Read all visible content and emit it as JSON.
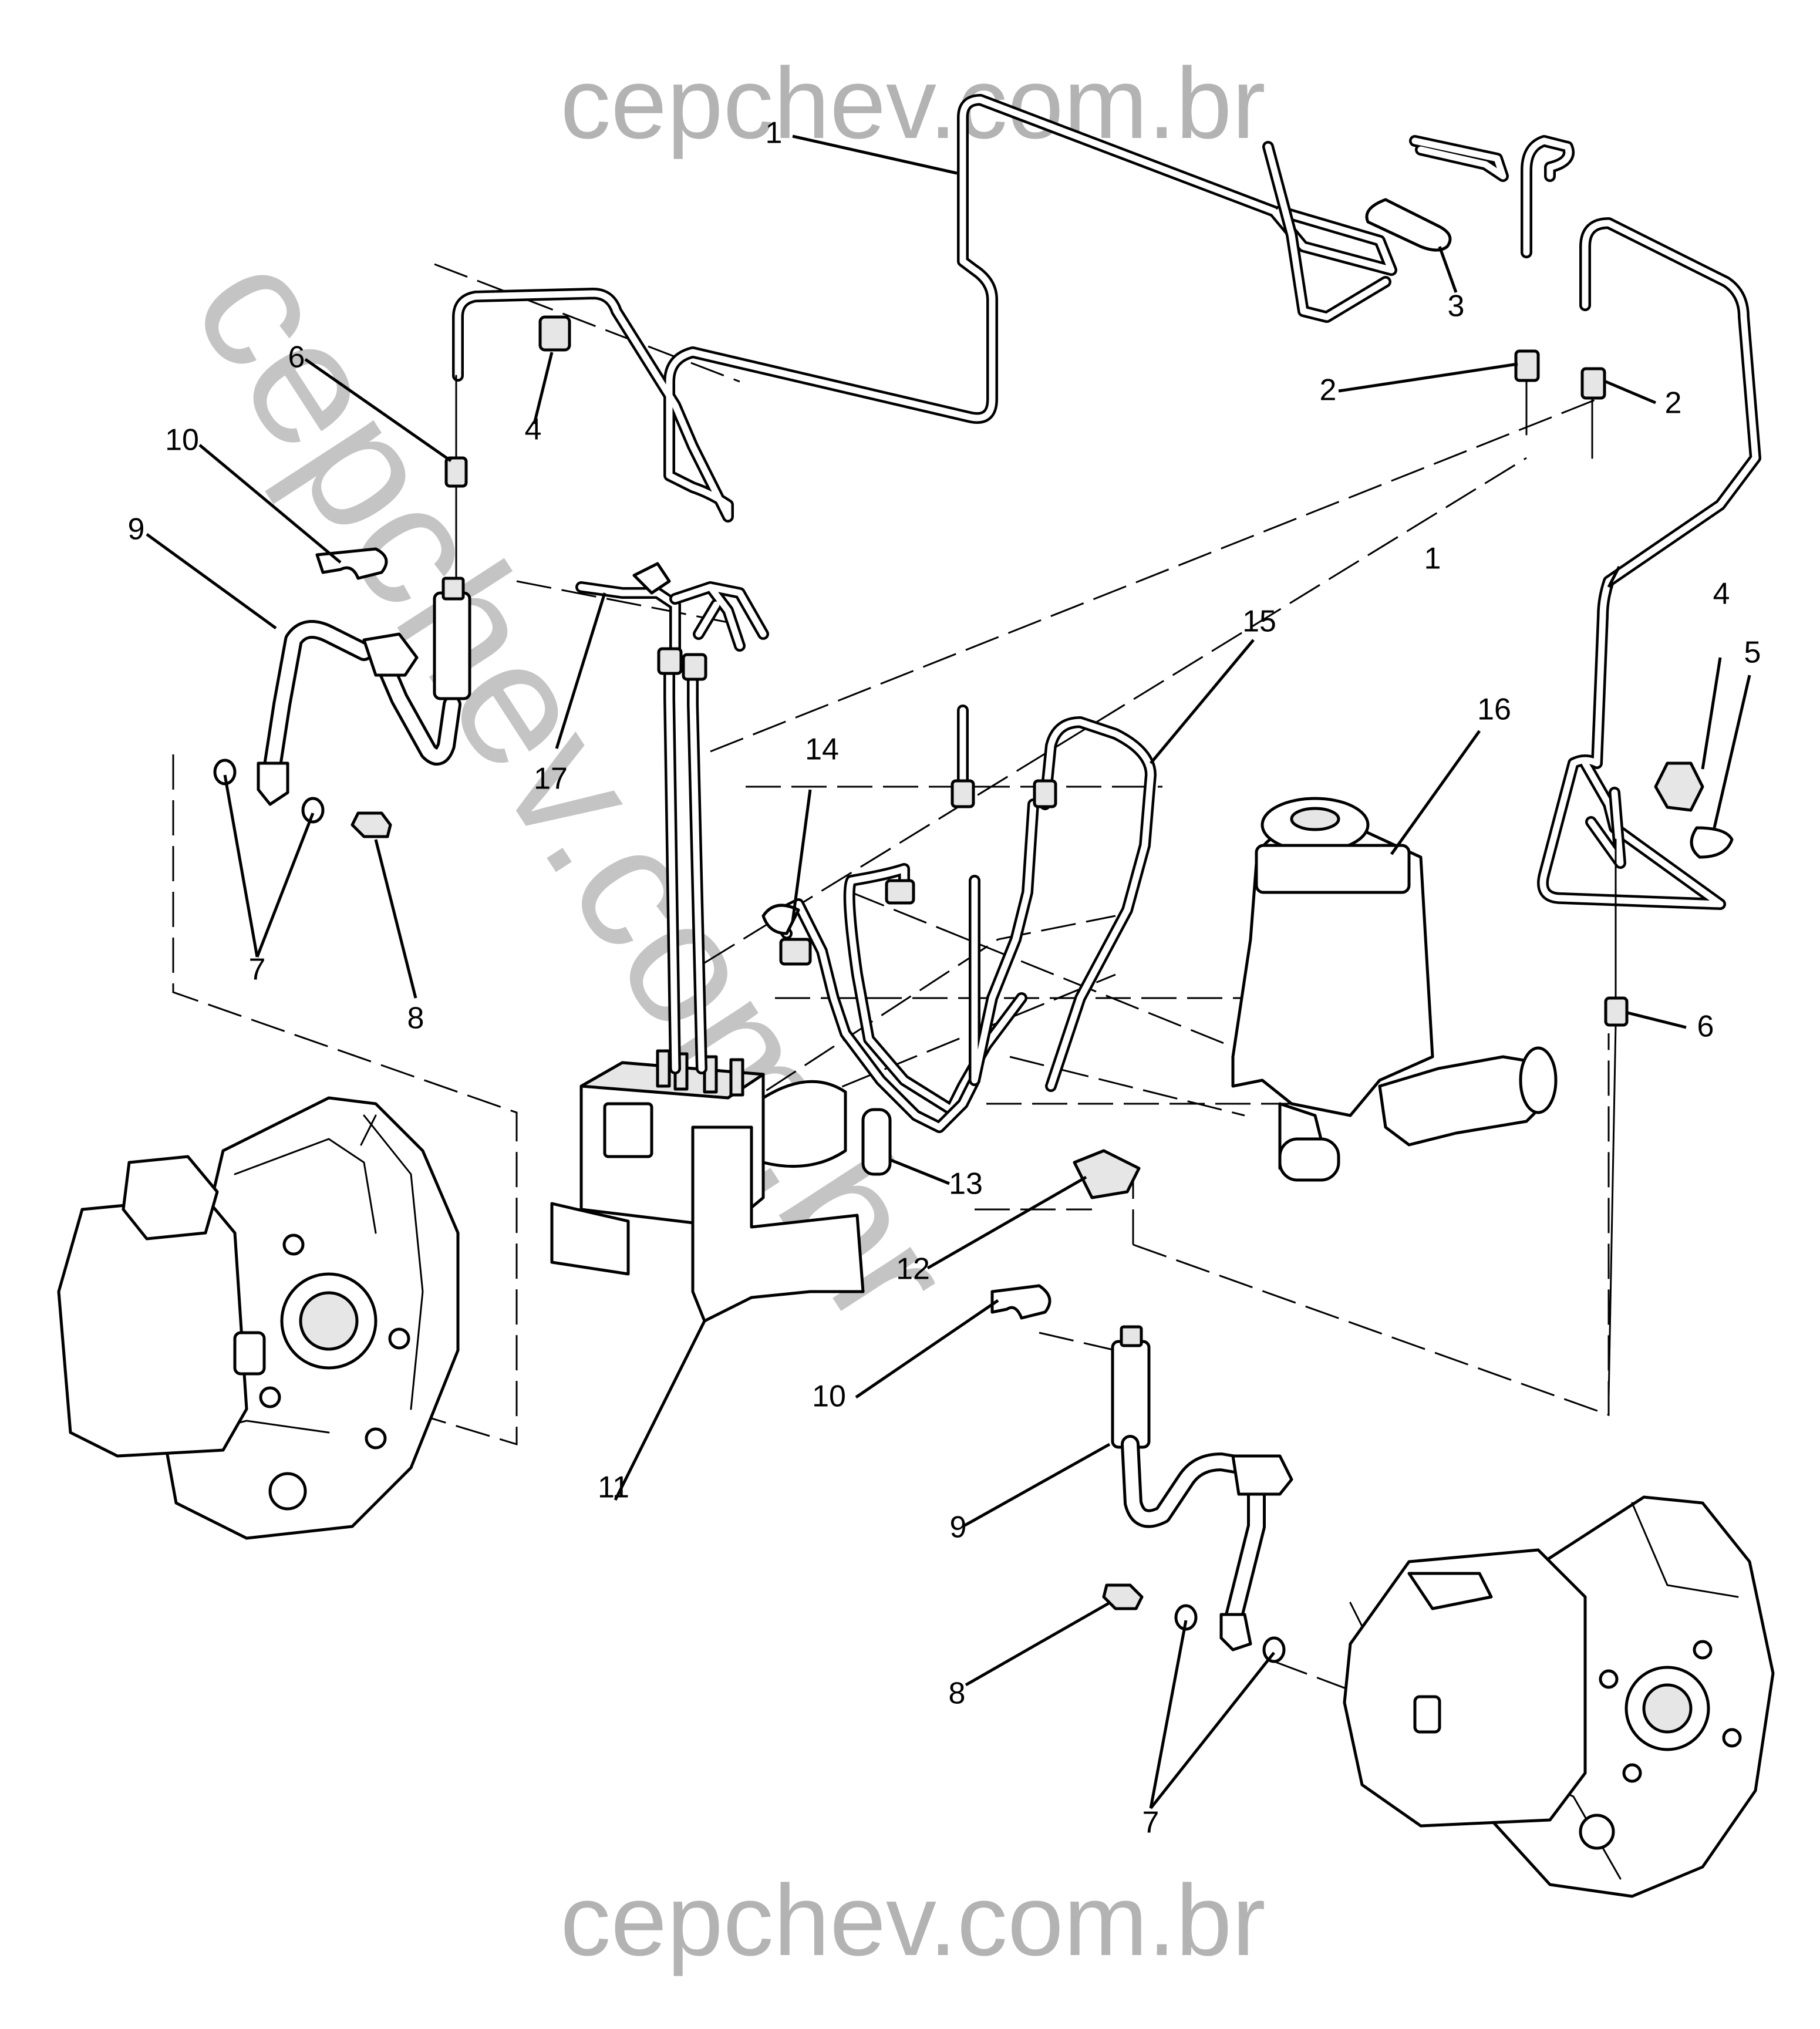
{
  "watermark": {
    "top": "cepchev.com.br",
    "bottom": "cepchev.com.br",
    "diagonal": "cepchev.com.br"
  },
  "callouts": [
    {
      "id": "c1a",
      "label": "1"
    },
    {
      "id": "c1b",
      "label": "1"
    },
    {
      "id": "c2a",
      "label": "2"
    },
    {
      "id": "c2b",
      "label": "2"
    },
    {
      "id": "c3",
      "label": "3"
    },
    {
      "id": "c4a",
      "label": "4"
    },
    {
      "id": "c4b",
      "label": "4"
    },
    {
      "id": "c5",
      "label": "5"
    },
    {
      "id": "c6a",
      "label": "6"
    },
    {
      "id": "c6b",
      "label": "6"
    },
    {
      "id": "c7a",
      "label": "7"
    },
    {
      "id": "c7b",
      "label": "7"
    },
    {
      "id": "c8a",
      "label": "8"
    },
    {
      "id": "c8b",
      "label": "8"
    },
    {
      "id": "c9a",
      "label": "9"
    },
    {
      "id": "c9b",
      "label": "9"
    },
    {
      "id": "c10a",
      "label": "10"
    },
    {
      "id": "c10b",
      "label": "10"
    },
    {
      "id": "c11",
      "label": "11"
    },
    {
      "id": "c12",
      "label": "12"
    },
    {
      "id": "c13",
      "label": "13"
    },
    {
      "id": "c14",
      "label": "14"
    },
    {
      "id": "c15",
      "label": "15"
    },
    {
      "id": "c16",
      "label": "16"
    },
    {
      "id": "c17",
      "label": "17"
    }
  ]
}
